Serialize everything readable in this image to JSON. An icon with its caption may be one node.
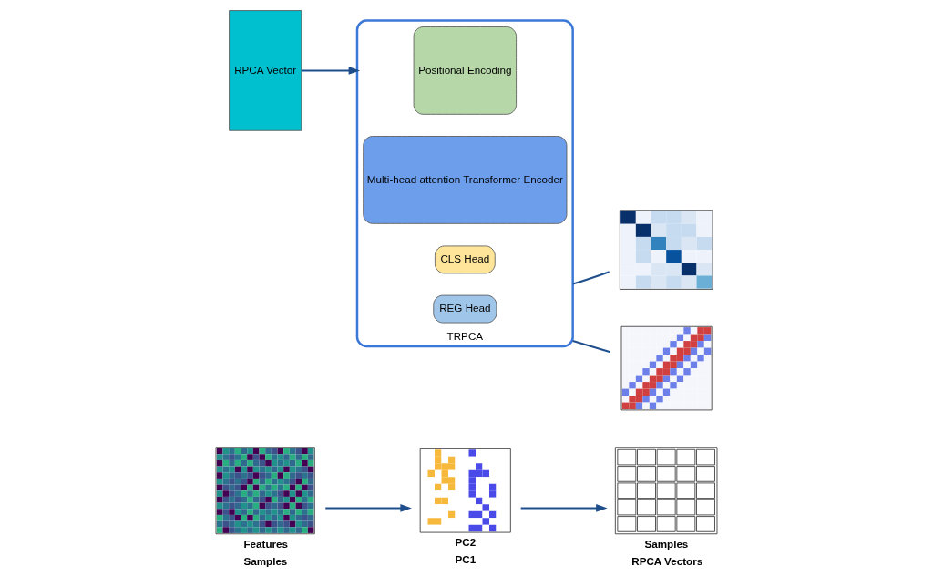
{
  "diagram": {
    "nodes": [
      {
        "text": [],
        "shape": "picture",
        "beside": [
          "Features",
          "Samples"
        ]
      },
      {
        "text": [],
        "shape": "picture",
        "beside": [
          "PC2",
          "PC1"
        ]
      },
      {
        "text": [],
        "shape": "picture",
        "beside": [
          "Samples",
          "RPCA Vectors"
        ]
      },
      {
        "text": [
          "RPCA Vector"
        ]
      },
      {
        "text": [
          "TRPCA"
        ]
      },
      {
        "text": [
          "Positional Encoding"
        ],
        "in": 4
      },
      {
        "text": [
          "Multi-head attention Transformer Encoder"
        ],
        "in": 4
      },
      {
        "text": [
          "CLS Head"
        ],
        "in": 4
      },
      {
        "text": [
          "REG Head"
        ],
        "in": 4
      },
      {
        "text": [],
        "shape": "picture"
      },
      {
        "text": [],
        "shape": "picture"
      }
    ],
    "edges": [
      {
        "from": 0,
        "to": 1,
        "arrow": "to"
      },
      {
        "from": 1,
        "to": 2,
        "arrow": "to"
      },
      {
        "from": 3,
        "to": 4,
        "arrow": "to"
      },
      {
        "from": 4,
        "to": 9,
        "arrow": "none"
      },
      {
        "from": 4,
        "to": 10,
        "arrow": "none"
      }
    ]
  }
}
